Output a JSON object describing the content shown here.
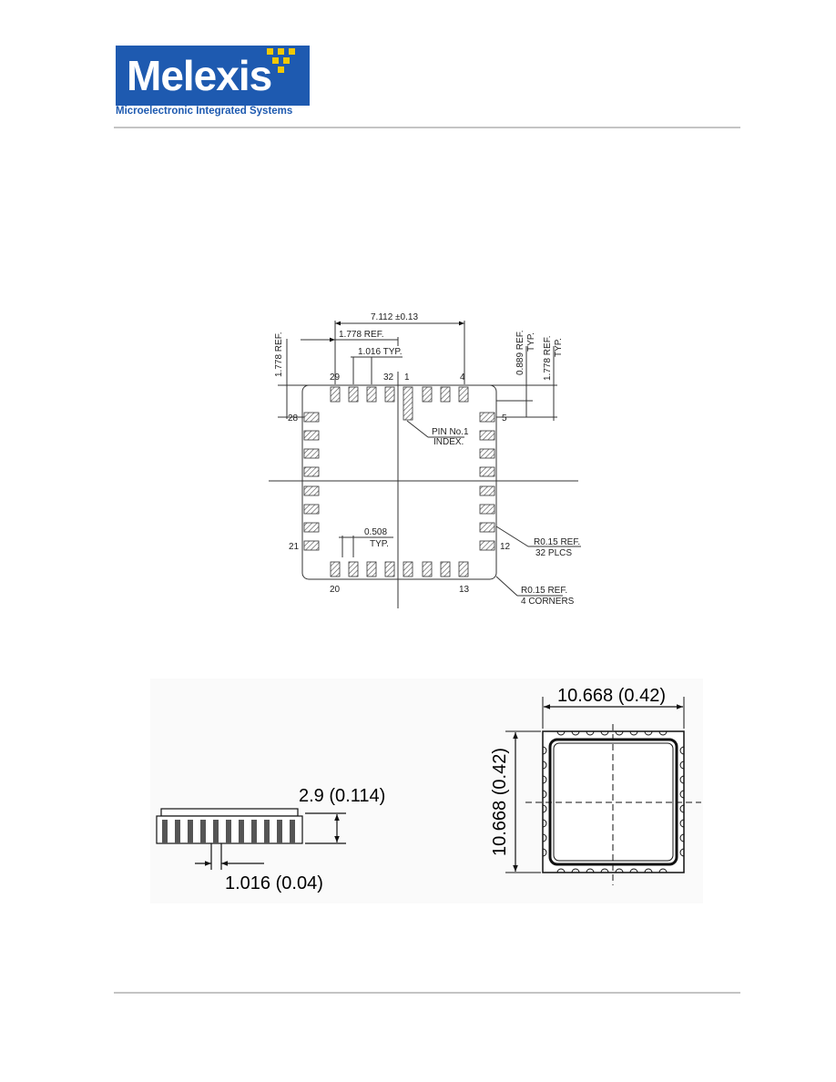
{
  "header": {
    "logo_word": "Melexis",
    "logo_tagline": "Microelectronic Integrated Systems",
    "brand_color": "#1e5ab0",
    "dot_color": "#f2c800"
  },
  "drawing_top": {
    "dim_width": "7.112 ±0.13",
    "dim_ref_left": "1.778 REF.",
    "dim_pitch": "1.016 TYP.",
    "dim_left_vertical": "1.778 REF.",
    "dim_right_a": "0.889 REF.",
    "dim_right_a_sub": "TYP.",
    "dim_right_b": "1.778 REF.",
    "dim_right_b_sub": "TYP.",
    "pin_labels": {
      "p29": "29",
      "p32": "32",
      "p1": "1",
      "p4": "4",
      "p5": "5",
      "p28": "28",
      "p21": "21",
      "p12": "12",
      "p20": "20",
      "p13": "13"
    },
    "pin1_note_line1": "PIN No.1",
    "pin1_note_line2": "INDEX.",
    "pad_width": "0.508",
    "pad_width_sub": "TYP.",
    "radius_pads_line1": "R0.15 REF.",
    "radius_pads_line2": "32 PLCS",
    "radius_corners_line1": "R0.15 REF.",
    "radius_corners_line2": "4 CORNERS"
  },
  "drawing_bottom": {
    "height_dim": "2.9 (0.114)",
    "pitch_dim": "1.016 (0.04)",
    "width_dim": "10.668 (0.42)",
    "length_dim": "10.668 (0.42)"
  }
}
